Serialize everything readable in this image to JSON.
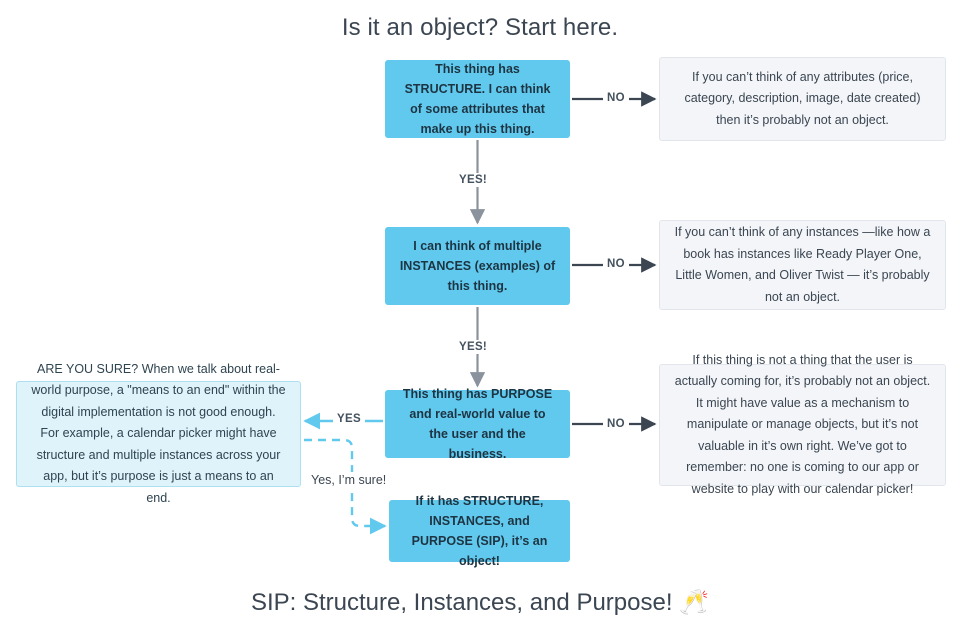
{
  "page": {
    "title": "Is it an object? Start here.",
    "footer": "SIP: Structure, Instances, and Purpose! 🥂"
  },
  "colors": {
    "node_blue": "#62C9EE",
    "node_grey": "#F3F5F8",
    "node_pale_blue": "#DFF3FB",
    "arrow_grey": "#8A939D",
    "arrow_blue": "#62C9EE",
    "text_dark": "#2e3d49"
  },
  "nodes": {
    "structure": {
      "id": "structure",
      "type": "decision",
      "style": "blue",
      "text": "This thing has STRUCTURE. I can think of some attributes that make up this thing."
    },
    "no_structure": {
      "id": "no-structure",
      "type": "outcome",
      "style": "grey",
      "text": "If you can’t think of any attributes (price, category, description, image, date created) then it’s probably not an object."
    },
    "instances": {
      "id": "instances",
      "type": "decision",
      "style": "blue",
      "text": "I can think of multiple INSTANCES (examples) of this thing."
    },
    "no_instances": {
      "id": "no-instances",
      "type": "outcome",
      "style": "grey",
      "text": "If you can’t think of any instances —like how a book has instances like Ready Player One, Little Women, and Oliver Twist — it’s probably not an object."
    },
    "purpose": {
      "id": "purpose",
      "type": "decision",
      "style": "blue",
      "text": "This thing has PURPOSE and real-world value to the user and the business."
    },
    "no_purpose": {
      "id": "no-purpose",
      "type": "outcome",
      "style": "grey",
      "text": "If this thing is not a thing that the user is actually coming for, it’s probably not an object. It might have value as a mechanism to manipulate or manage objects, but it’s not valuable in it’s own right. We’ve got to remember: no one is coming to our app or website to play with our calendar picker!"
    },
    "are_you_sure": {
      "id": "are-you-sure",
      "type": "aside",
      "style": "pale-blue",
      "text": "ARE YOU SURE? When we talk about real-world purpose,  a \"means to an end\" within the digital implementation is not good enough. For example, a calendar picker might have structure and multiple instances across your app, but it’s purpose is just a means to an end."
    },
    "sip": {
      "id": "sip",
      "type": "terminal",
      "style": "blue",
      "text": "If it has STRUCTURE, INSTANCES, and PURPOSE (SIP), it’s an object!"
    }
  },
  "edges": {
    "yes_1": {
      "label": "YES!",
      "from": "structure",
      "to": "instances",
      "style": "solid-grey"
    },
    "yes_2": {
      "label": "YES!",
      "from": "instances",
      "to": "purpose",
      "style": "solid-grey"
    },
    "no_1": {
      "label": "NO",
      "from": "structure",
      "to": "no_structure",
      "style": "solid-dark"
    },
    "no_2": {
      "label": "NO",
      "from": "instances",
      "to": "no_instances",
      "style": "solid-dark"
    },
    "no_3": {
      "label": "NO",
      "from": "purpose",
      "to": "no_purpose",
      "style": "solid-dark"
    },
    "yes_sure": {
      "label": "YES",
      "from": "purpose",
      "to": "are_you_sure",
      "style": "solid-blue"
    },
    "im_sure": {
      "label": "Yes, I’m sure!",
      "from": "are_you_sure",
      "to": "sip",
      "style": "dashed-blue"
    }
  }
}
